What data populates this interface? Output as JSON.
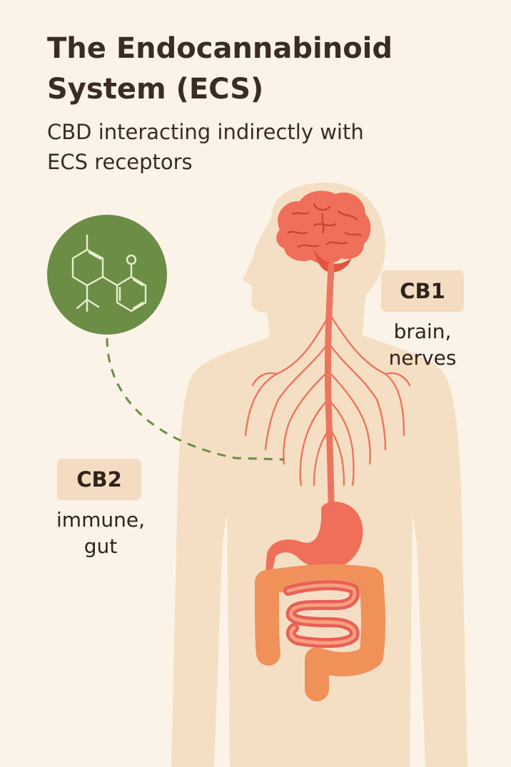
{
  "title_line1": "The Endocannabinoid",
  "title_line2": "System (ECS)",
  "subtitle_line1": "CBD interacting indirectly with",
  "subtitle_line2": "ECS receptors",
  "receptors": [
    {
      "name": "CB1",
      "line1": "brain,",
      "line2": "nerves"
    },
    {
      "name": "CB2",
      "line1": "immune,",
      "line2": "gut"
    }
  ],
  "colors": {
    "background": "#fbf3e7",
    "body": "#f5dfc4",
    "brain": "#ef6f5b",
    "nerves": "#ec7560",
    "stomach": "#ef6f5b",
    "intestines": "#f0915a",
    "molecule_circle": "#6b8d45",
    "connector": "#6b8d45",
    "label_bg": "#f4dcc2"
  }
}
